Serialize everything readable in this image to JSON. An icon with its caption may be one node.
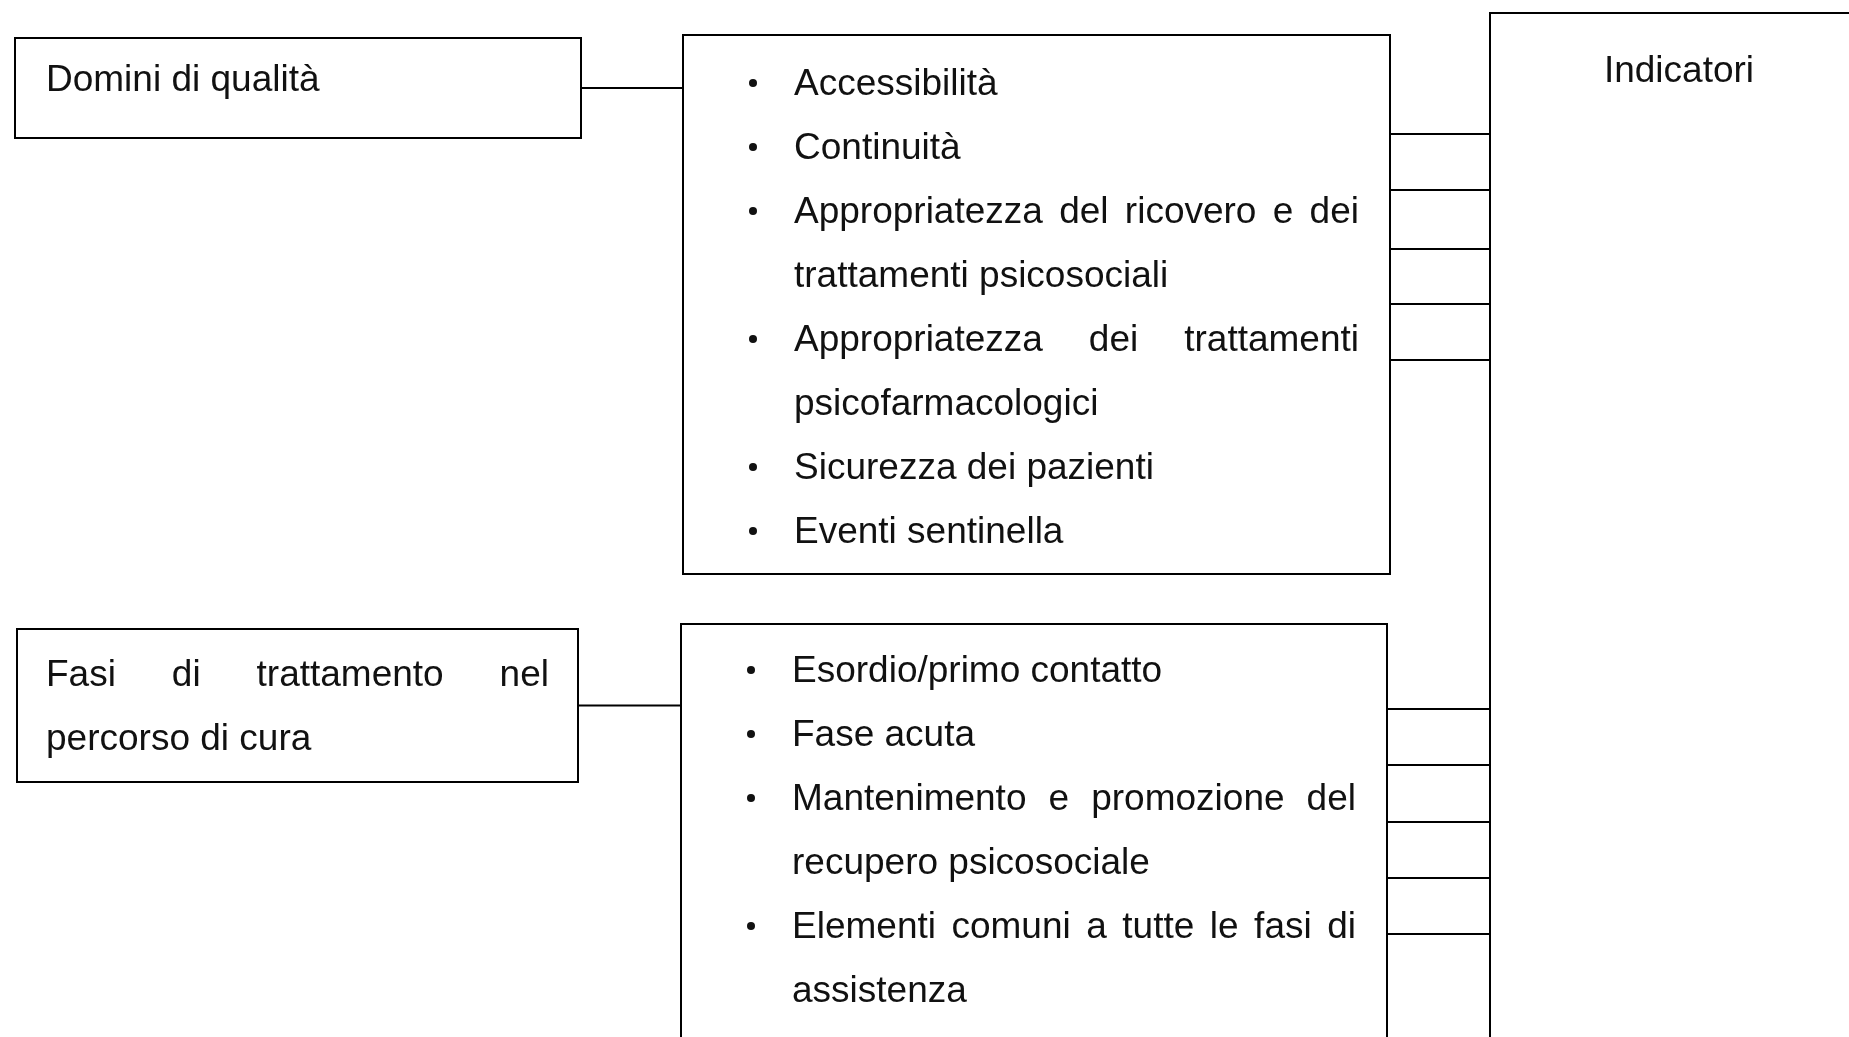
{
  "diagram": {
    "nodes": [
      {
        "text": [
          "Domini di qualità"
        ]
      },
      {
        "text": [
          "Accessibilità",
          "Continuità",
          "Appropriatezza del ricovero e dei trattamenti psicosociali",
          "Appropriatezza dei trattamenti psicofarmacologici",
          "Sicurezza dei pazienti",
          "Eventi sentinella"
        ]
      },
      {
        "text": [
          "Indicatori"
        ]
      },
      {
        "text": [
          "Fasi di trattamento nel percorso di cura"
        ]
      },
      {
        "text": [
          "Esordio/primo contatto",
          "Fase acuta",
          "Mantenimento e promozione del recupero psicosociale",
          "Elementi comuni a tutte le fasi di assistenza"
        ]
      }
    ],
    "edges": [
      {
        "from": 0,
        "to": 1,
        "arrow": "none"
      },
      {
        "from": 1,
        "to": 2,
        "arrow": "none"
      },
      {
        "from": 1,
        "to": 2,
        "arrow": "none"
      },
      {
        "from": 1,
        "to": 2,
        "arrow": "none"
      },
      {
        "from": 1,
        "to": 2,
        "arrow": "none"
      },
      {
        "from": 1,
        "to": 2,
        "arrow": "none"
      },
      {
        "from": 3,
        "to": 4,
        "arrow": "none"
      },
      {
        "from": 4,
        "to": 2,
        "arrow": "none"
      },
      {
        "from": 4,
        "to": 2,
        "arrow": "none"
      },
      {
        "from": 4,
        "to": 2,
        "arrow": "none"
      },
      {
        "from": 4,
        "to": 2,
        "arrow": "none"
      },
      {
        "from": 4,
        "to": 2,
        "arrow": "none"
      }
    ]
  }
}
